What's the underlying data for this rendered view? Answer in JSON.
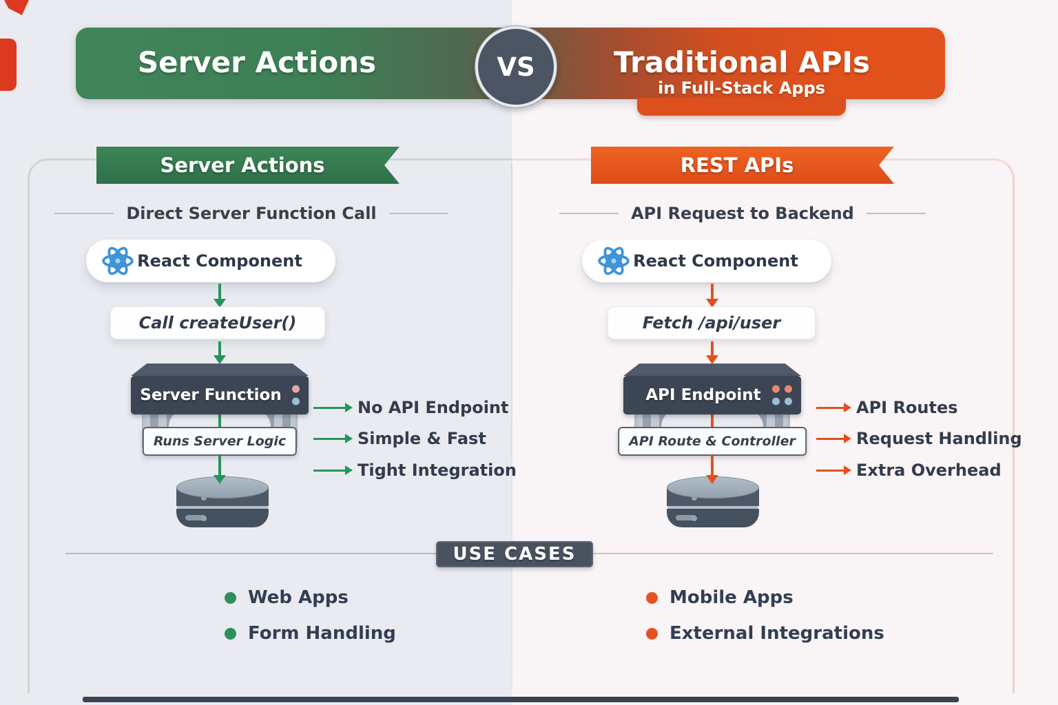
{
  "header": {
    "left_title": "Server Actions",
    "vs": "VS",
    "right_title": "Traditional APIs",
    "right_subtitle": "in Full-Stack Apps"
  },
  "left": {
    "ribbon": "Server Actions",
    "section_title": "Direct Server Function Call",
    "component_label": "React Component",
    "call_label": "Call createUser()",
    "server_title": "Server Function",
    "server_sublabel": "Runs Server Logic",
    "benefits": [
      "No API Endpoint",
      "Simple & Fast",
      "Tight Integration"
    ],
    "use_cases": [
      "Web Apps",
      "Form Handling"
    ],
    "accent_color": "#2f7d52",
    "arrow_color": "#27955a"
  },
  "right": {
    "ribbon": "REST APIs",
    "section_title": "API Request to Backend",
    "component_label": "React Component",
    "call_label": "Fetch /api/user",
    "server_title": "API Endpoint",
    "server_sublabel": "API Route & Controller",
    "benefits": [
      "API Routes",
      "Request Handling",
      "Extra Overhead"
    ],
    "use_cases": [
      "Mobile Apps",
      "External Integrations"
    ],
    "accent_color": "#e4531f",
    "arrow_color": "#df5220"
  },
  "use_cases_heading": "USE CASES",
  "icons": {
    "component": "react-atom-icon",
    "server": "server-rack-icon",
    "storage": "database-icon"
  },
  "colors": {
    "banner_green": "#3f8356",
    "banner_orange": "#e1511c",
    "vs_badge": "#4c5564",
    "dark_badge": "#4a5260",
    "slate_text": "#38404d"
  }
}
